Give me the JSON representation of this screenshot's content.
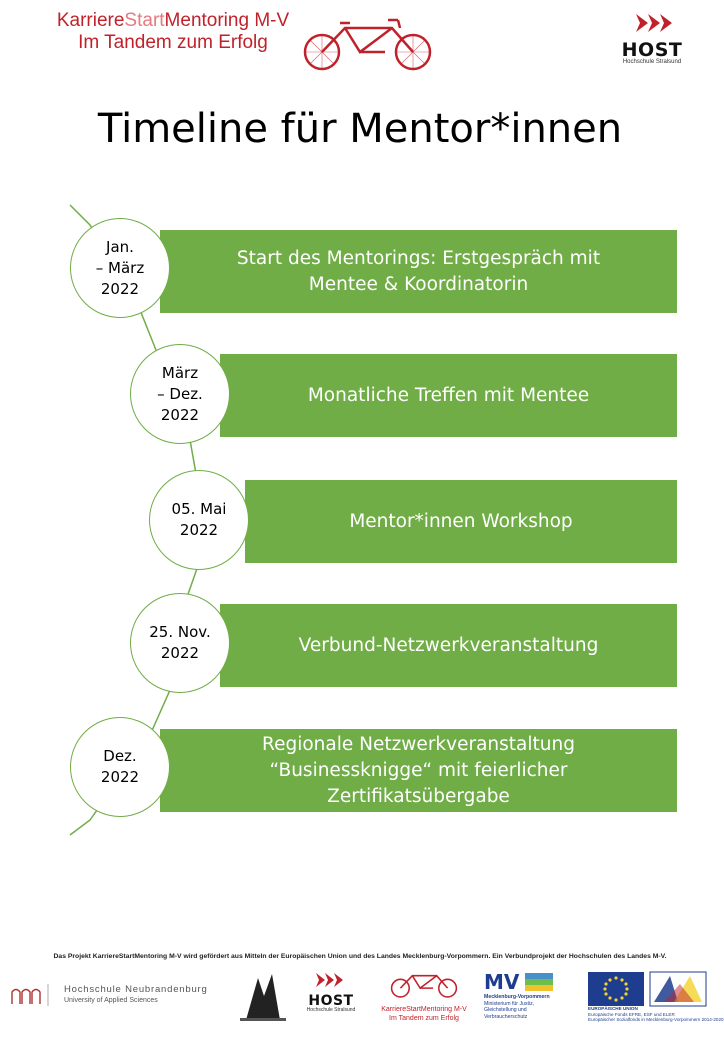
{
  "header": {
    "brand_word1": "Karriere",
    "brand_word2": "Start",
    "brand_word3": "Mentoring M-V",
    "brand_line2": "Im Tandem zum Erfolg",
    "host_name": "HOST",
    "host_sub": "Hochschule Stralsund"
  },
  "title": "Timeline für Mentor*innen",
  "timeline": [
    {
      "date_lines": [
        "Jan.",
        "– März",
        "2022"
      ],
      "event_lines": [
        "Start des Mentorings: Erstgespräch mit",
        "Mentee & Koordinatorin"
      ]
    },
    {
      "date_lines": [
        "März",
        "– Dez.",
        "2022"
      ],
      "event_lines": [
        "Monatliche Treffen mit Mentee"
      ]
    },
    {
      "date_lines": [
        "05. Mai",
        "2022"
      ],
      "event_lines": [
        "Mentor*innen Workshop"
      ]
    },
    {
      "date_lines": [
        "25. Nov.",
        "2022"
      ],
      "event_lines": [
        "Verbund-Netzwerkveranstaltung"
      ]
    },
    {
      "date_lines": [
        "Dez.",
        "2022"
      ],
      "event_lines": [
        "Regionale Netzwerkveranstaltung",
        "“Businessknigge“ mit feierlicher",
        "Zertifikatsübergabe"
      ]
    }
  ],
  "colors": {
    "accent_green": "#70ad47",
    "brand_red": "#c0222b",
    "mv_blue": "#1e3d8f"
  },
  "footer": {
    "funding_text": "Das Projekt KarriereStartMentoring M-V wird gefördert aus Mitteln der Europäischen Union und des Landes Mecklenburg-Vorpommern. Ein Verbundprojekt der Hochschulen des Landes M-V.",
    "hsnb_name": "Hochschule Neubrandenburg",
    "hsnb_sub": "University of Applied Sciences",
    "host_name": "HOST",
    "host_sub": "Hochschule Stralsund",
    "ksm_line1": "KarriereStartMentoring M-V",
    "ksm_line2": "Im Tandem zum Erfolg",
    "mv_big": "MV",
    "mv_lines": [
      "Mecklenburg-Vorpommern",
      "Ministerium für Justiz,",
      "Gleichstellung und",
      "Verbraucherschutz"
    ],
    "eu_line1": "EUROPÄISCHE UNION",
    "eu_line2": "Europäische Fonds EFRE, ESF und ELER",
    "eu_line3": "Europäischer Sozialfonds in Mecklenburg-Vorpommern 2014-2020"
  }
}
